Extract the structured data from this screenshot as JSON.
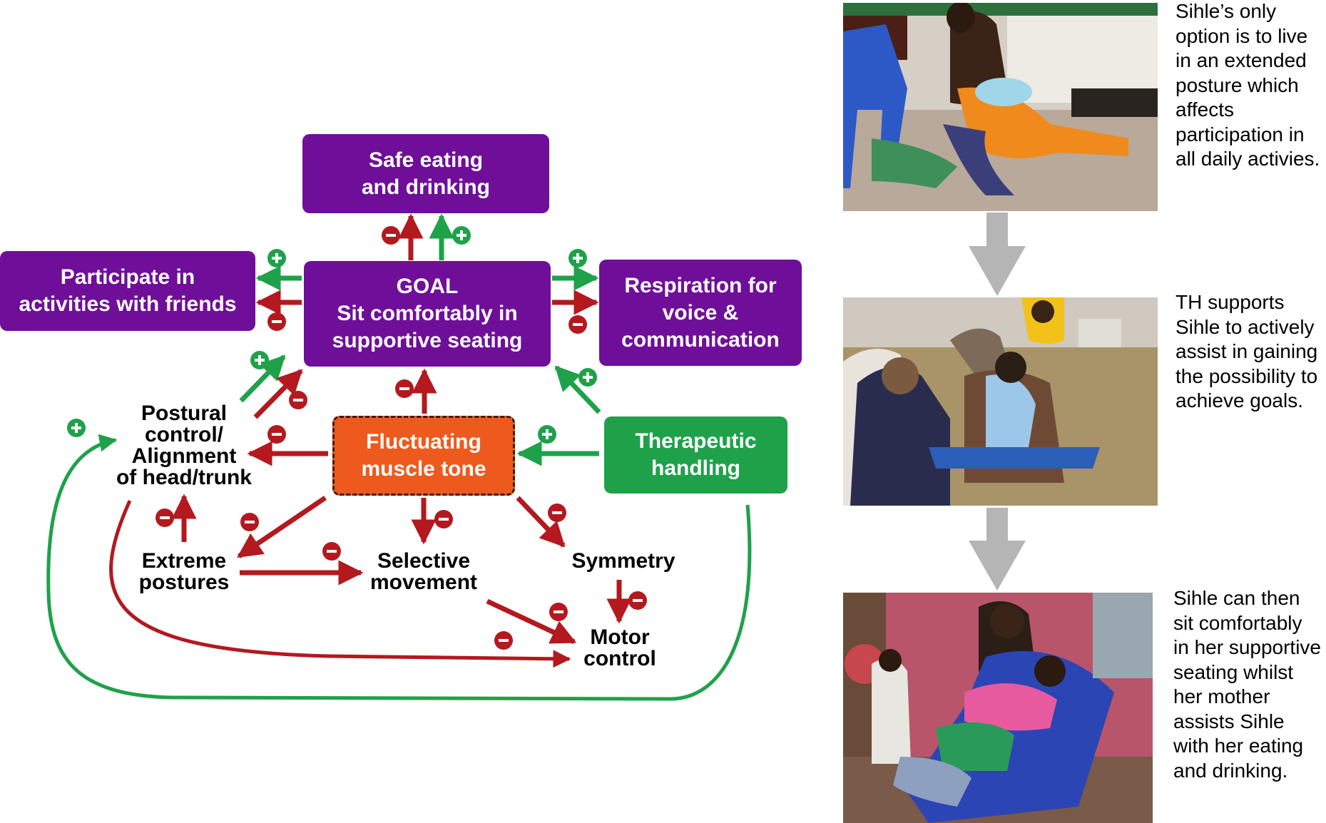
{
  "boxes": {
    "safe_eating": "Safe eating\nand drinking",
    "participate": "Participate in\nactivities with friends",
    "goal": "GOAL\nSit comfortably in\nsupportive seating",
    "respiration": "Respiration for\nvoice &\ncommunication",
    "fluctuating": "Fluctuating\nmuscle tone",
    "therapeutic": "Therapeutic\nhandling"
  },
  "labels": {
    "postural": "Postural\ncontrol/\nAlignment\nof head/trunk",
    "extreme": "Extreme\npostures",
    "selective": "Selective\nmovement",
    "symmetry": "Symmetry",
    "motor": "Motor\ncontrol"
  },
  "captions": {
    "photo1": "Sihle’s only\noption is to live\nin an extended\nposture which\naffects\nparticipation in\nall daily activies.",
    "photo2": "TH supports\nSihle to actively\nassist in gaining\nthe possibility to\nachieve goals.",
    "photo3": "Sihle can then\nsit comfortably\nin her supportive\nseating whilst\nher mother\nassists Sihle\nwith her eating\nand drinking."
  },
  "colors": {
    "purple": "#6f0f99",
    "green": "#1fa14a",
    "red": "#b3191f",
    "orange": "#ee5a1e",
    "flow_arrow": "#b5b5b5"
  },
  "icons": {
    "plus": "plus-badge-icon",
    "minus": "minus-badge-icon",
    "down": "down-arrow-icon"
  }
}
